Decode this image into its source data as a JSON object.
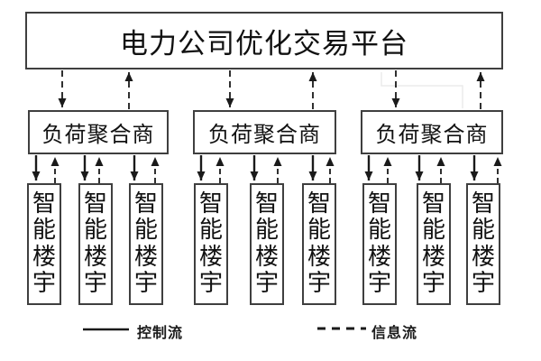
{
  "diagram": {
    "platform": {
      "label": "电力公司优化交易平台"
    },
    "aggregators": [
      {
        "label": "负荷聚合商"
      },
      {
        "label": "负荷聚合商"
      },
      {
        "label": "负荷聚合商"
      }
    ],
    "buildings": [
      {
        "label": "智能楼宇"
      },
      {
        "label": "智能楼宇"
      },
      {
        "label": "智能楼宇"
      },
      {
        "label": "智能楼宇"
      },
      {
        "label": "智能楼宇"
      },
      {
        "label": "智能楼宇"
      },
      {
        "label": "智能楼宇"
      },
      {
        "label": "智能楼宇"
      },
      {
        "label": "智能楼宇"
      }
    ],
    "legend": {
      "control": {
        "label": "控制流",
        "line_style": "solid"
      },
      "info": {
        "label": "信息流",
        "line_style": "dashed"
      }
    },
    "colors": {
      "line": "#1a1a1a",
      "box_border": "#3f3f3f",
      "background": "#ffffff"
    }
  }
}
